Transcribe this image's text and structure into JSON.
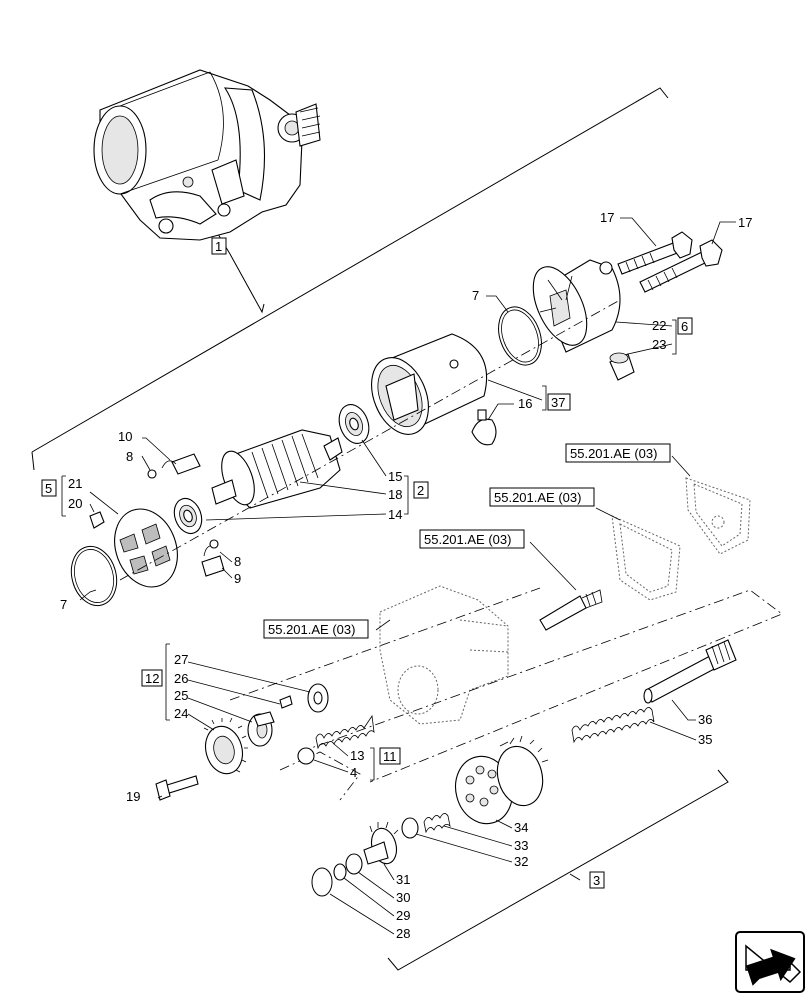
{
  "callouts": {
    "c1": "1",
    "c2": "2",
    "c3": "3",
    "c4": "4",
    "c5": "5",
    "c6": "6",
    "c7a": "7",
    "c7b": "7",
    "c8a": "8",
    "c8b": "8",
    "c9": "9",
    "c10": "10",
    "c11": "11",
    "c12": "12",
    "c13": "13",
    "c14": "14",
    "c15": "15",
    "c16": "16",
    "c17a": "17",
    "c17b": "17",
    "c18": "18",
    "c19": "19",
    "c20": "20",
    "c21": "21",
    "c22": "22",
    "c23": "23",
    "c24": "24",
    "c25": "25",
    "c26": "26",
    "c27": "27",
    "c28": "28",
    "c29": "29",
    "c30": "30",
    "c31": "31",
    "c32": "32",
    "c33": "33",
    "c34": "34",
    "c35": "35",
    "c36": "36",
    "c37": "37"
  },
  "refs": {
    "ref1": "55.201.AE (03)",
    "ref2": "55.201.AE (03)",
    "ref3": "55.201.AE (03)",
    "ref4": "55.201.AE (03)"
  },
  "icons": {
    "nav": "next-page-arrow-icon"
  }
}
